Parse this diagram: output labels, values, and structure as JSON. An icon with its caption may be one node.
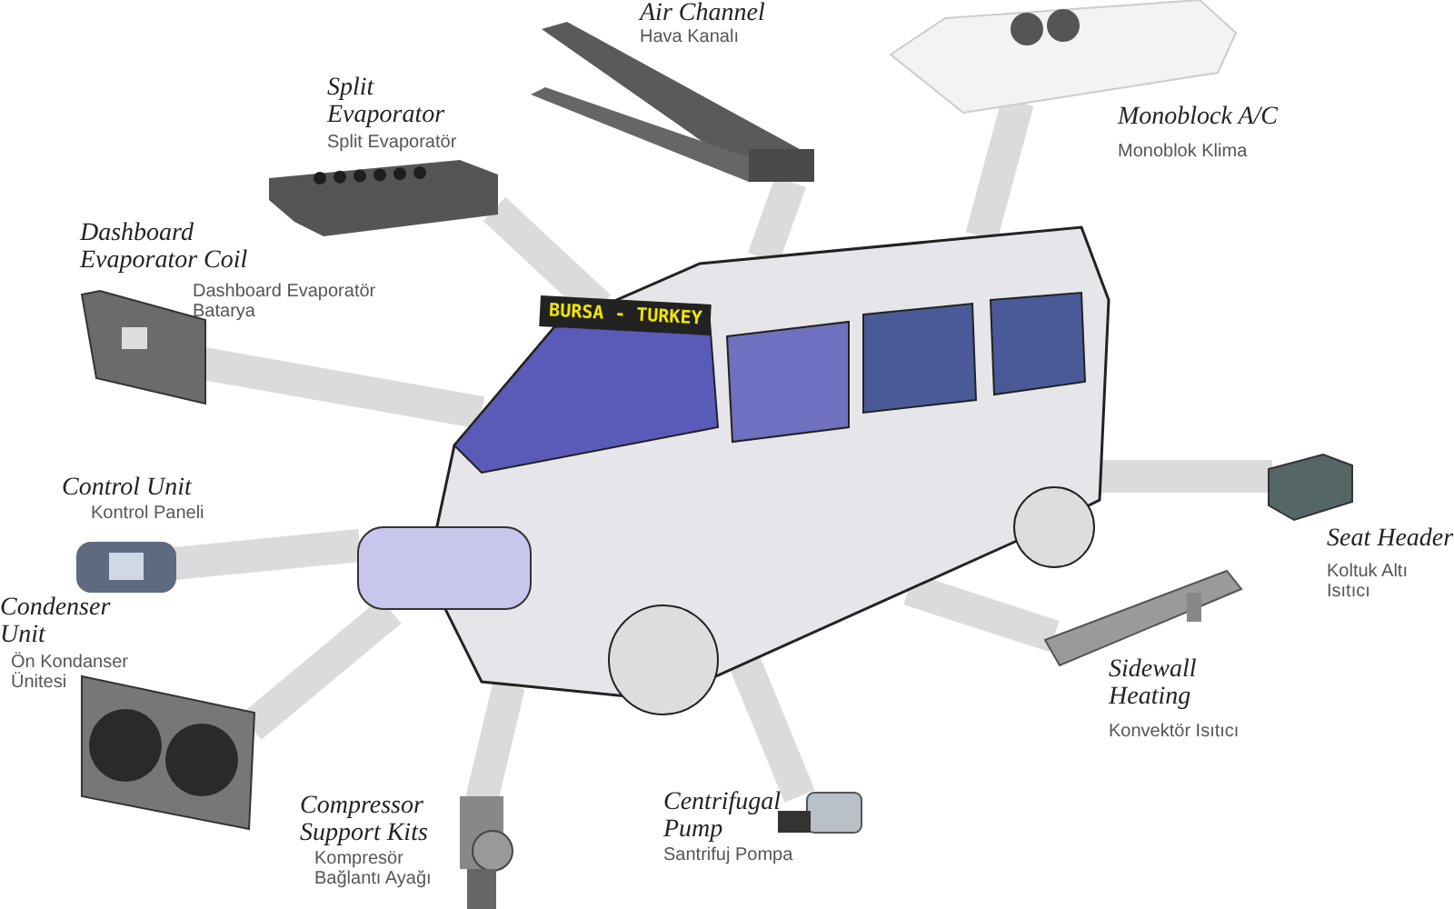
{
  "diagram": {
    "nodes": [
      {
        "text": [
          "BURSA - TURKEY"
        ]
      },
      {
        "text": [
          "Air Channel",
          "Hava Kanalı"
        ]
      },
      {
        "text": [
          "Split Evaporator",
          "Split Evaporatör"
        ]
      },
      {
        "text": [
          "Monoblock A/C",
          "Monoblok Klima"
        ]
      },
      {
        "text": [
          "Dashboard Evaporator Coil",
          "Dashboard Evaporatör Batarya"
        ]
      },
      {
        "text": [
          "Control Unit",
          "Kontrol Paneli"
        ]
      },
      {
        "text": [
          "Condenser Unit",
          "Ön Kondanser Ünitesi"
        ]
      },
      {
        "text": [
          "Compressor Support Kits",
          "Kompresör Bağlantı Ayağı"
        ]
      },
      {
        "text": [
          "Centrifugal Pump",
          "Santrifuj Pompa"
        ]
      },
      {
        "text": [
          "Sidewall Heating",
          "Konvektör Isıtıcı"
        ]
      },
      {
        "text": [
          "Seat Header",
          "Koltuk Altı Isıtıcı"
        ]
      }
    ],
    "edges": [
      {
        "from": 1,
        "to": 0,
        "arrow": "none"
      },
      {
        "from": 2,
        "to": 0,
        "arrow": "none"
      },
      {
        "from": 3,
        "to": 0,
        "arrow": "none"
      },
      {
        "from": 4,
        "to": 0,
        "arrow": "none"
      },
      {
        "from": 5,
        "to": 0,
        "arrow": "none"
      },
      {
        "from": 6,
        "to": 0,
        "arrow": "none"
      },
      {
        "from": 7,
        "to": 0,
        "arrow": "none"
      },
      {
        "from": 8,
        "to": 0,
        "arrow": "none"
      },
      {
        "from": 9,
        "to": 0,
        "arrow": "none"
      },
      {
        "from": 10,
        "to": 0,
        "arrow": "none"
      }
    ]
  }
}
